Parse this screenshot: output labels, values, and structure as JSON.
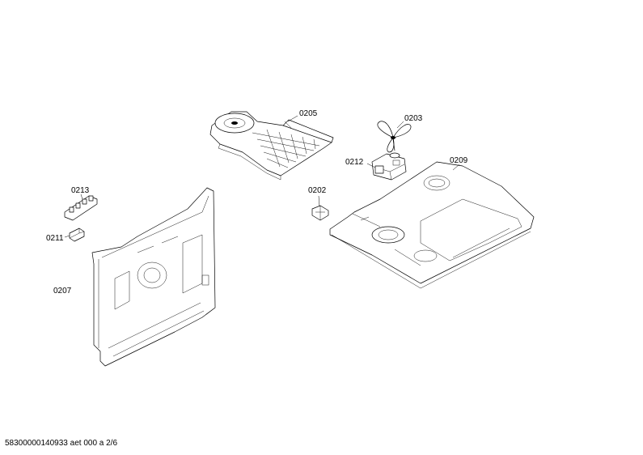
{
  "parts": [
    {
      "id": "0205",
      "label": "0205",
      "name": "fan-cover-frame"
    },
    {
      "id": "0203",
      "label": "0203",
      "name": "fan-blade"
    },
    {
      "id": "0212",
      "label": "0212",
      "name": "fan-motor"
    },
    {
      "id": "0209",
      "label": "0209",
      "name": "rear-panel"
    },
    {
      "id": "0202",
      "label": "0202",
      "name": "clip-bracket"
    },
    {
      "id": "0213",
      "label": "0213",
      "name": "terminal-block"
    },
    {
      "id": "0211",
      "label": "0211",
      "name": "small-connector"
    },
    {
      "id": "0207",
      "label": "0207",
      "name": "side-panel"
    }
  ],
  "footer": {
    "code": "58300000140933 aet 000 a 2/6"
  }
}
